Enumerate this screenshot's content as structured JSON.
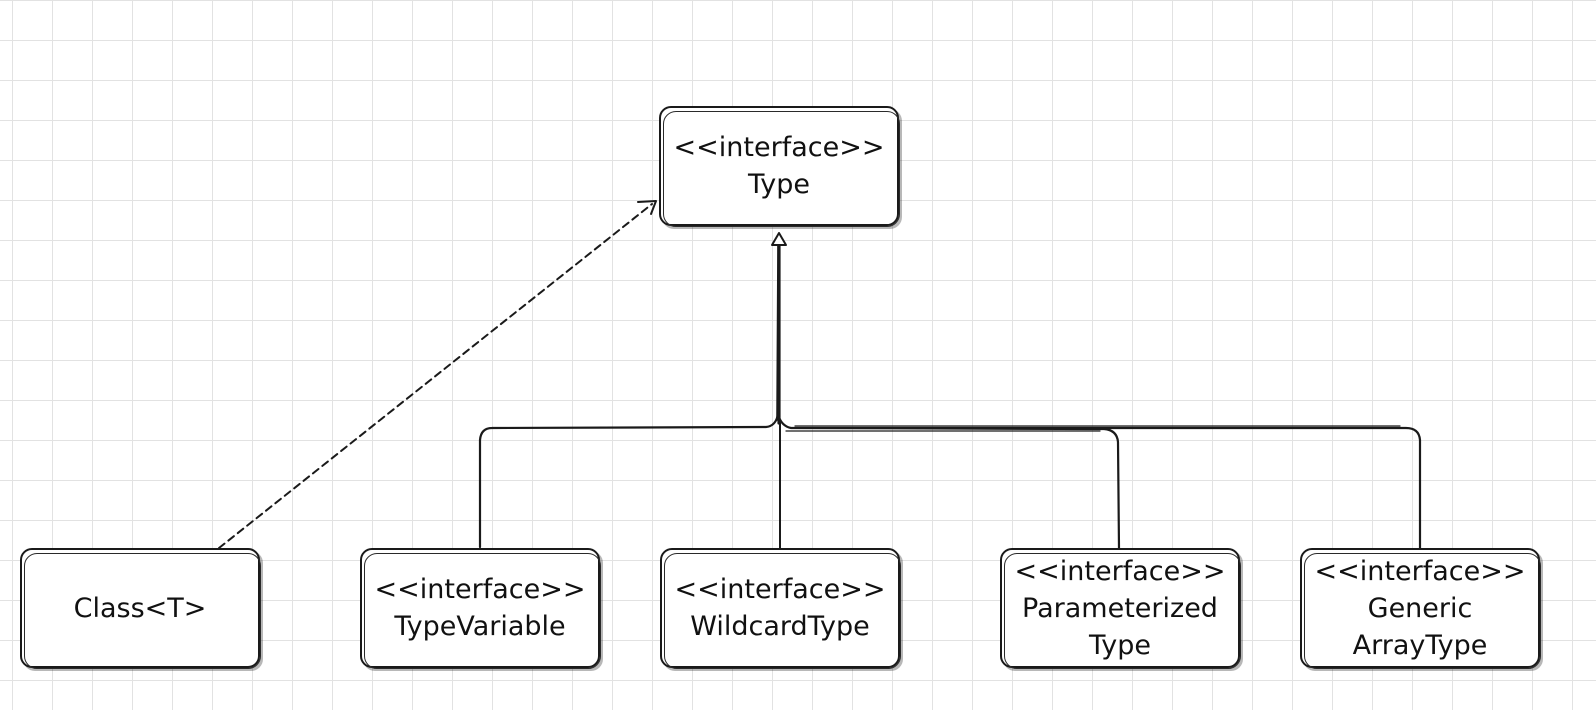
{
  "diagram": {
    "nodes": {
      "type": {
        "stereotype": "<<interface>>",
        "name": "Type"
      },
      "class_t": {
        "name": "Class<T>"
      },
      "type_variable": {
        "stereotype": "<<interface>>",
        "name": "TypeVariable"
      },
      "wildcard_type": {
        "stereotype": "<<interface>>",
        "name": "WildcardType"
      },
      "parameterized_type": {
        "stereotype": "<<interface>>",
        "name_line1": "Parameterized",
        "name_line2": "Type"
      },
      "generic_array_type": {
        "stereotype": "<<interface>>",
        "name_line1": "Generic",
        "name_line2": "ArrayType"
      }
    },
    "edges": [
      {
        "from": "Class<T>",
        "to": "Type",
        "kind": "realization",
        "style": "dashed"
      },
      {
        "from": "TypeVariable",
        "to": "Type",
        "kind": "generalization",
        "style": "solid"
      },
      {
        "from": "WildcardType",
        "to": "Type",
        "kind": "generalization",
        "style": "solid"
      },
      {
        "from": "ParameterizedType",
        "to": "Type",
        "kind": "generalization",
        "style": "solid"
      },
      {
        "from": "GenericArrayType",
        "to": "Type",
        "kind": "generalization",
        "style": "solid"
      }
    ],
    "colors": {
      "stroke": "#1a1a1a",
      "grid": "#e2e2e2",
      "background": "#ffffff"
    }
  }
}
